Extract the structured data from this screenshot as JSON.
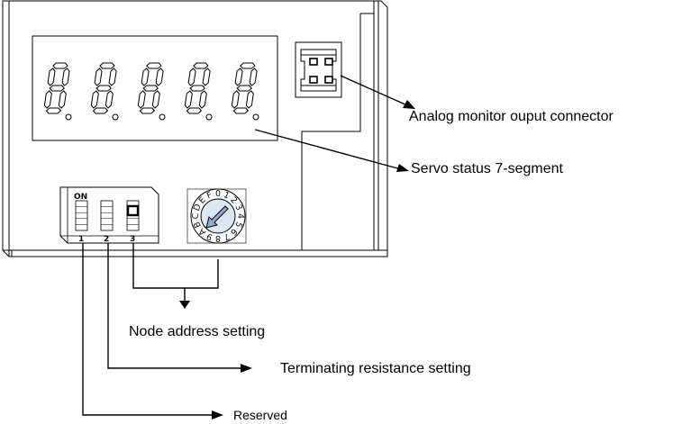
{
  "labels": {
    "analog_monitor": "Analog monitor ouput connector",
    "servo_status": "Servo status 7-segment",
    "node_address": "Node address setting",
    "terminating": "Terminating resistance setting",
    "reserved": "Reserved"
  },
  "dip_switch": {
    "on_label": "ON",
    "numbers": [
      "1",
      "2",
      "3"
    ],
    "switch_on": [
      false,
      false,
      true
    ]
  },
  "rotary_switch": {
    "characters": [
      "0",
      "1",
      "2",
      "3",
      "4",
      "5",
      "6",
      "7",
      "8",
      "9",
      "A",
      "B",
      "C",
      "D",
      "E",
      "F"
    ]
  },
  "segment_display": {
    "digit_count": 5
  },
  "colors": {
    "outline": "#000000",
    "rotary_face": "#dde7f3",
    "rotary_arrow": "#8fa9cf"
  }
}
